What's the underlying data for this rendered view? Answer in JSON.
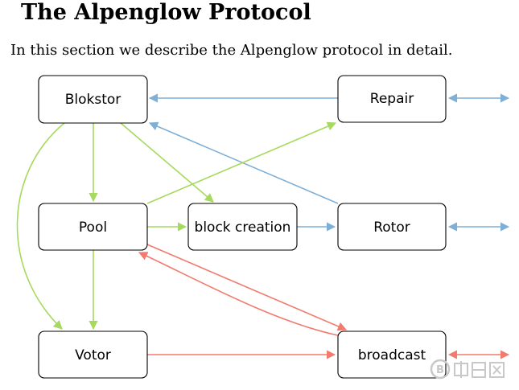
{
  "section_title": "The Alpenglow Protocol",
  "intro_text": "In this section we describe the Alpenglow protocol in detail.",
  "colors": {
    "green_edge": "#a6d95e",
    "blue_edge": "#7eafd6",
    "red_edge": "#f07b6e",
    "node_border": "#000000"
  },
  "nodes": {
    "blokstor": "Blokstor",
    "repair": "Repair",
    "pool": "Pool",
    "block_creation": "block creation",
    "rotor": "Rotor",
    "votor": "Votor",
    "broadcast": "broadcast"
  },
  "edges": [
    {
      "from": "Repair",
      "to": "Blokstor",
      "color": "blue"
    },
    {
      "from": "Rotor",
      "to": "Blokstor",
      "color": "blue"
    },
    {
      "from": "block creation",
      "to": "Rotor",
      "color": "blue"
    },
    {
      "from": "Blokstor",
      "to": "Pool",
      "color": "green"
    },
    {
      "from": "Blokstor",
      "to": "block creation",
      "color": "green"
    },
    {
      "from": "Blokstor",
      "to": "Votor",
      "color": "green"
    },
    {
      "from": "Pool",
      "to": "Repair",
      "color": "green"
    },
    {
      "from": "Pool",
      "to": "block creation",
      "color": "green"
    },
    {
      "from": "Pool",
      "to": "Votor",
      "color": "green"
    },
    {
      "from": "Pool",
      "to": "broadcast",
      "color": "red"
    },
    {
      "from": "broadcast",
      "to": "Pool",
      "color": "red"
    },
    {
      "from": "Votor",
      "to": "broadcast",
      "color": "red"
    },
    {
      "from": "Repair",
      "to": "external",
      "color": "blue",
      "bidirectional": true
    },
    {
      "from": "Rotor",
      "to": "external",
      "color": "blue",
      "bidirectional": true
    },
    {
      "from": "broadcast",
      "to": "external",
      "color": "red",
      "bidirectional": true
    }
  ],
  "watermark_icon": "coin-logo-icon"
}
